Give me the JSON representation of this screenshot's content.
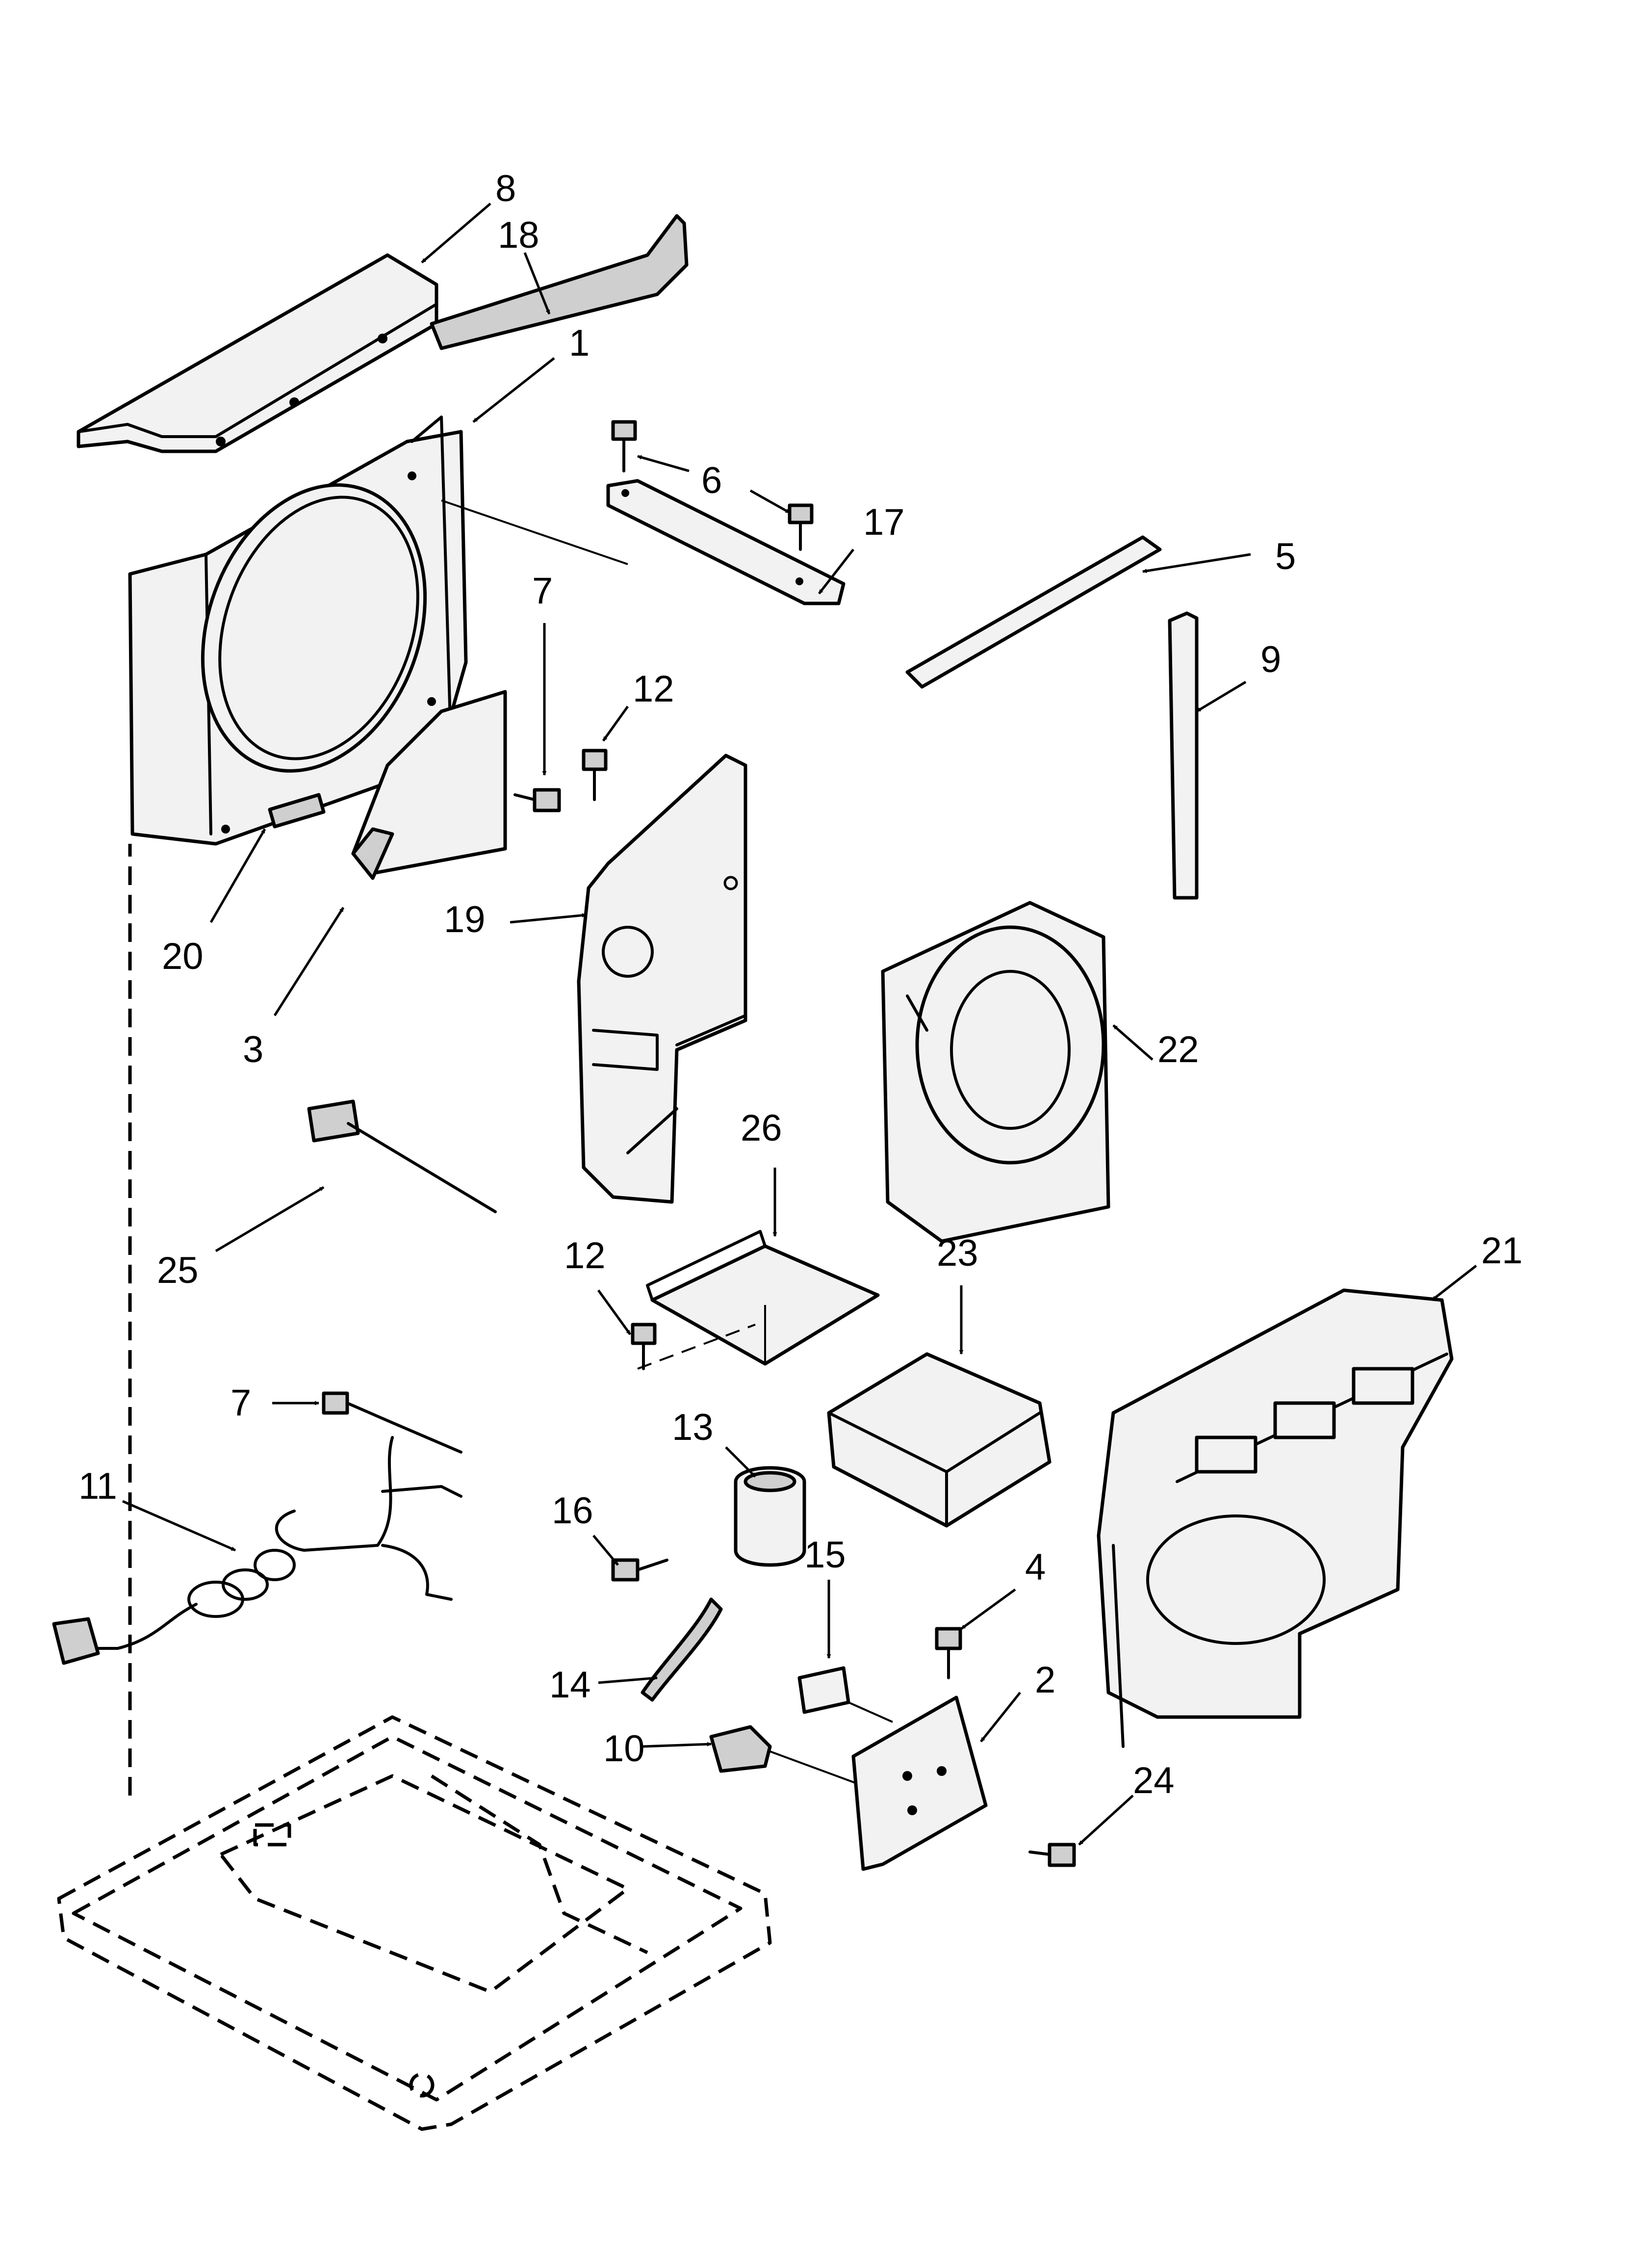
{
  "callouts": [
    {
      "id": "c8",
      "text": "8"
    },
    {
      "id": "c18",
      "text": "18"
    },
    {
      "id": "c1",
      "text": "1"
    },
    {
      "id": "c6",
      "text": "6"
    },
    {
      "id": "c17",
      "text": "17"
    },
    {
      "id": "c5",
      "text": "5"
    },
    {
      "id": "c9",
      "text": "9"
    },
    {
      "id": "c7a",
      "text": "7"
    },
    {
      "id": "c12a",
      "text": "12"
    },
    {
      "id": "c20",
      "text": "20"
    },
    {
      "id": "c19",
      "text": "19"
    },
    {
      "id": "c3",
      "text": "3"
    },
    {
      "id": "c22",
      "text": "22"
    },
    {
      "id": "c26",
      "text": "26"
    },
    {
      "id": "c25",
      "text": "25"
    },
    {
      "id": "c12b",
      "text": "12"
    },
    {
      "id": "c23",
      "text": "23"
    },
    {
      "id": "c21",
      "text": "21"
    },
    {
      "id": "c7b",
      "text": "7"
    },
    {
      "id": "c13",
      "text": "13"
    },
    {
      "id": "c11",
      "text": "11"
    },
    {
      "id": "c16",
      "text": "16"
    },
    {
      "id": "c15",
      "text": "15"
    },
    {
      "id": "c4",
      "text": "4"
    },
    {
      "id": "c14",
      "text": "14"
    },
    {
      "id": "c2",
      "text": "2"
    },
    {
      "id": "c10",
      "text": "10"
    },
    {
      "id": "c24",
      "text": "24"
    }
  ]
}
